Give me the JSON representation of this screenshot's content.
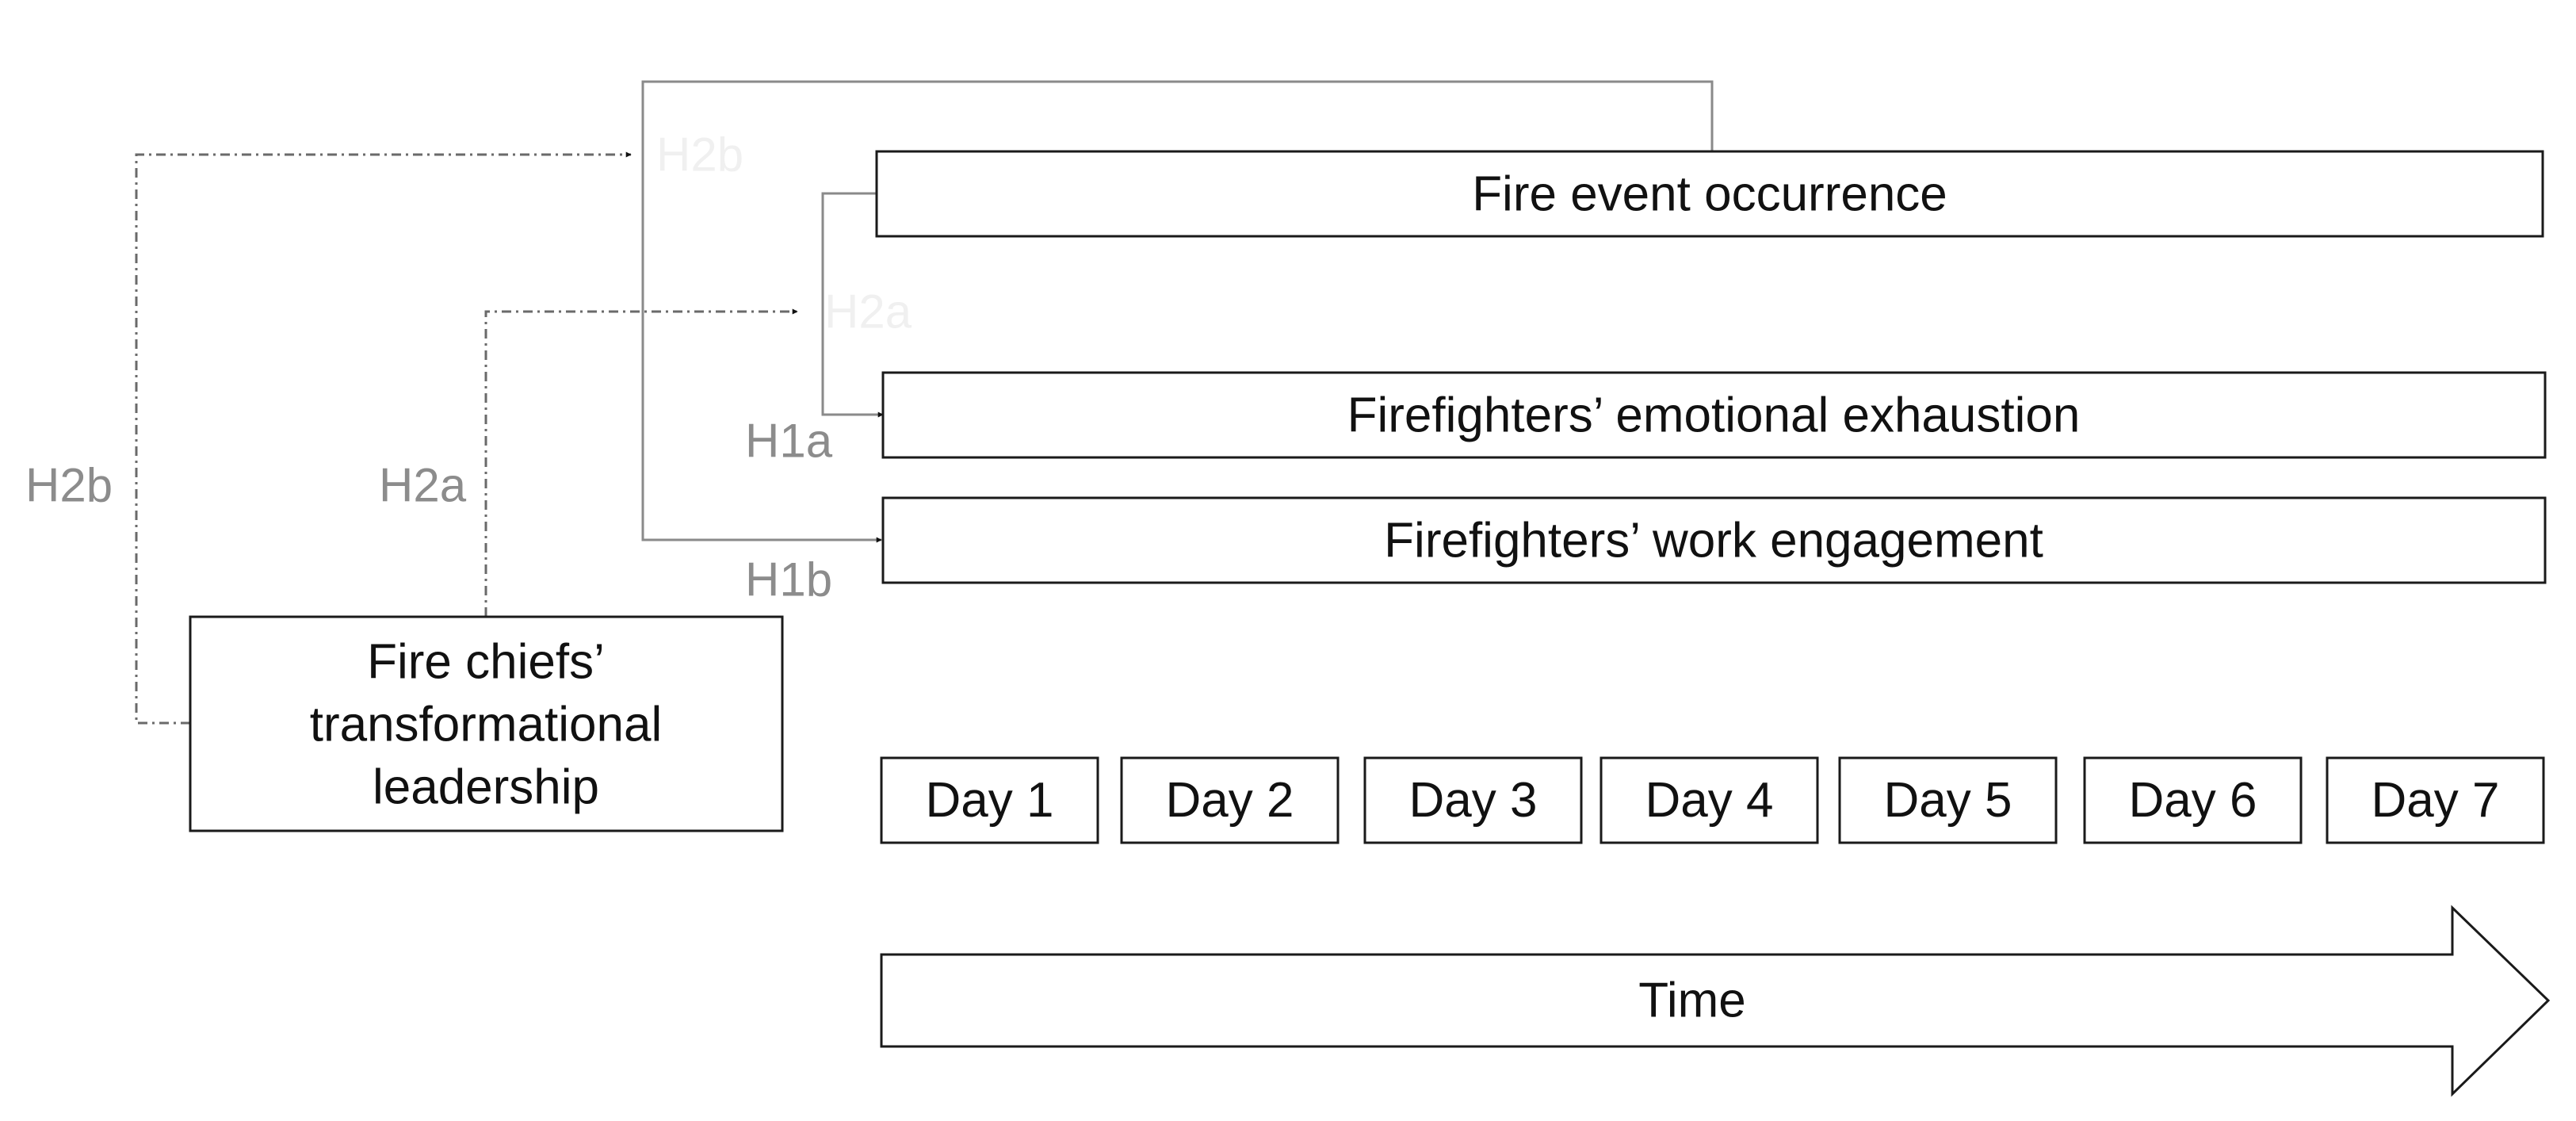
{
  "diagram": {
    "constructs": {
      "fire_event": "Fire event occurrence",
      "emotional_exhaustion": "Firefighters’ emotional exhaustion",
      "work_engagement": "Firefighters’ work engagement",
      "leadership_line1": "Fire chiefs’",
      "leadership_line2": "transformational",
      "leadership_line3": "leadership"
    },
    "hypotheses": {
      "h1a": "H1a",
      "h1b": "H1b",
      "h2a": "H2a",
      "h2b": "H2b"
    },
    "days": [
      "Day 1",
      "Day 2",
      "Day 3",
      "Day 4",
      "Day 5",
      "Day 6",
      "Day 7"
    ],
    "time_label": "Time"
  }
}
